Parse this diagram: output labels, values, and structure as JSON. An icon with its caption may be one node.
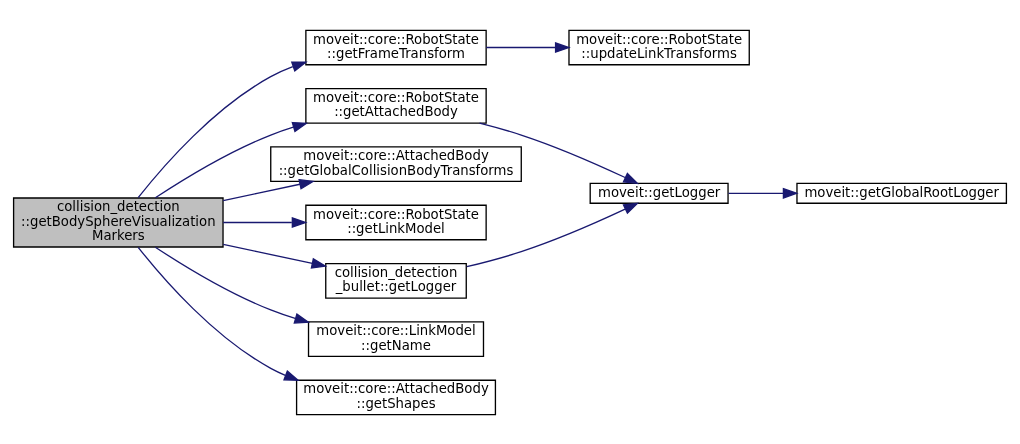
{
  "diagram": {
    "nodes": [
      {
        "text": [
          "collision_detection ::getBodySphereVisualization Markers"
        ]
      },
      {
        "text": [
          "moveit::core::RobotState ::getFrameTransform"
        ]
      },
      {
        "text": [
          "moveit::core::RobotState ::updateLinkTransforms"
        ]
      },
      {
        "text": [
          "moveit::core::RobotState ::getAttachedBody"
        ]
      },
      {
        "text": [
          "moveit::core::AttachedBody ::getGlobalCollisionBodyTransforms"
        ]
      },
      {
        "text": [
          "moveit::getLogger"
        ]
      },
      {
        "text": [
          "moveit::getGlobalRootLogger"
        ]
      },
      {
        "text": [
          "moveit::core::RobotState ::getLinkModel"
        ]
      },
      {
        "text": [
          "collision_detection _bullet::getLogger"
        ]
      },
      {
        "text": [
          "moveit::core::LinkModel ::getName"
        ]
      },
      {
        "text": [
          "moveit::core::AttachedBody ::getShapes"
        ]
      }
    ],
    "edges": [
      {
        "from": 0,
        "to": 1,
        "arrow": "to"
      },
      {
        "from": 0,
        "to": 3,
        "arrow": "to"
      },
      {
        "from": 0,
        "to": 4,
        "arrow": "to"
      },
      {
        "from": 0,
        "to": 7,
        "arrow": "to"
      },
      {
        "from": 0,
        "to": 8,
        "arrow": "to"
      },
      {
        "from": 0,
        "to": 9,
        "arrow": "to"
      },
      {
        "from": 0,
        "to": 10,
        "arrow": "to"
      },
      {
        "from": 1,
        "to": 2,
        "arrow": "to"
      },
      {
        "from": 3,
        "to": 5,
        "arrow": "to"
      },
      {
        "from": 8,
        "to": 5,
        "arrow": "to"
      },
      {
        "from": 5,
        "to": 6,
        "arrow": "to"
      }
    ]
  }
}
